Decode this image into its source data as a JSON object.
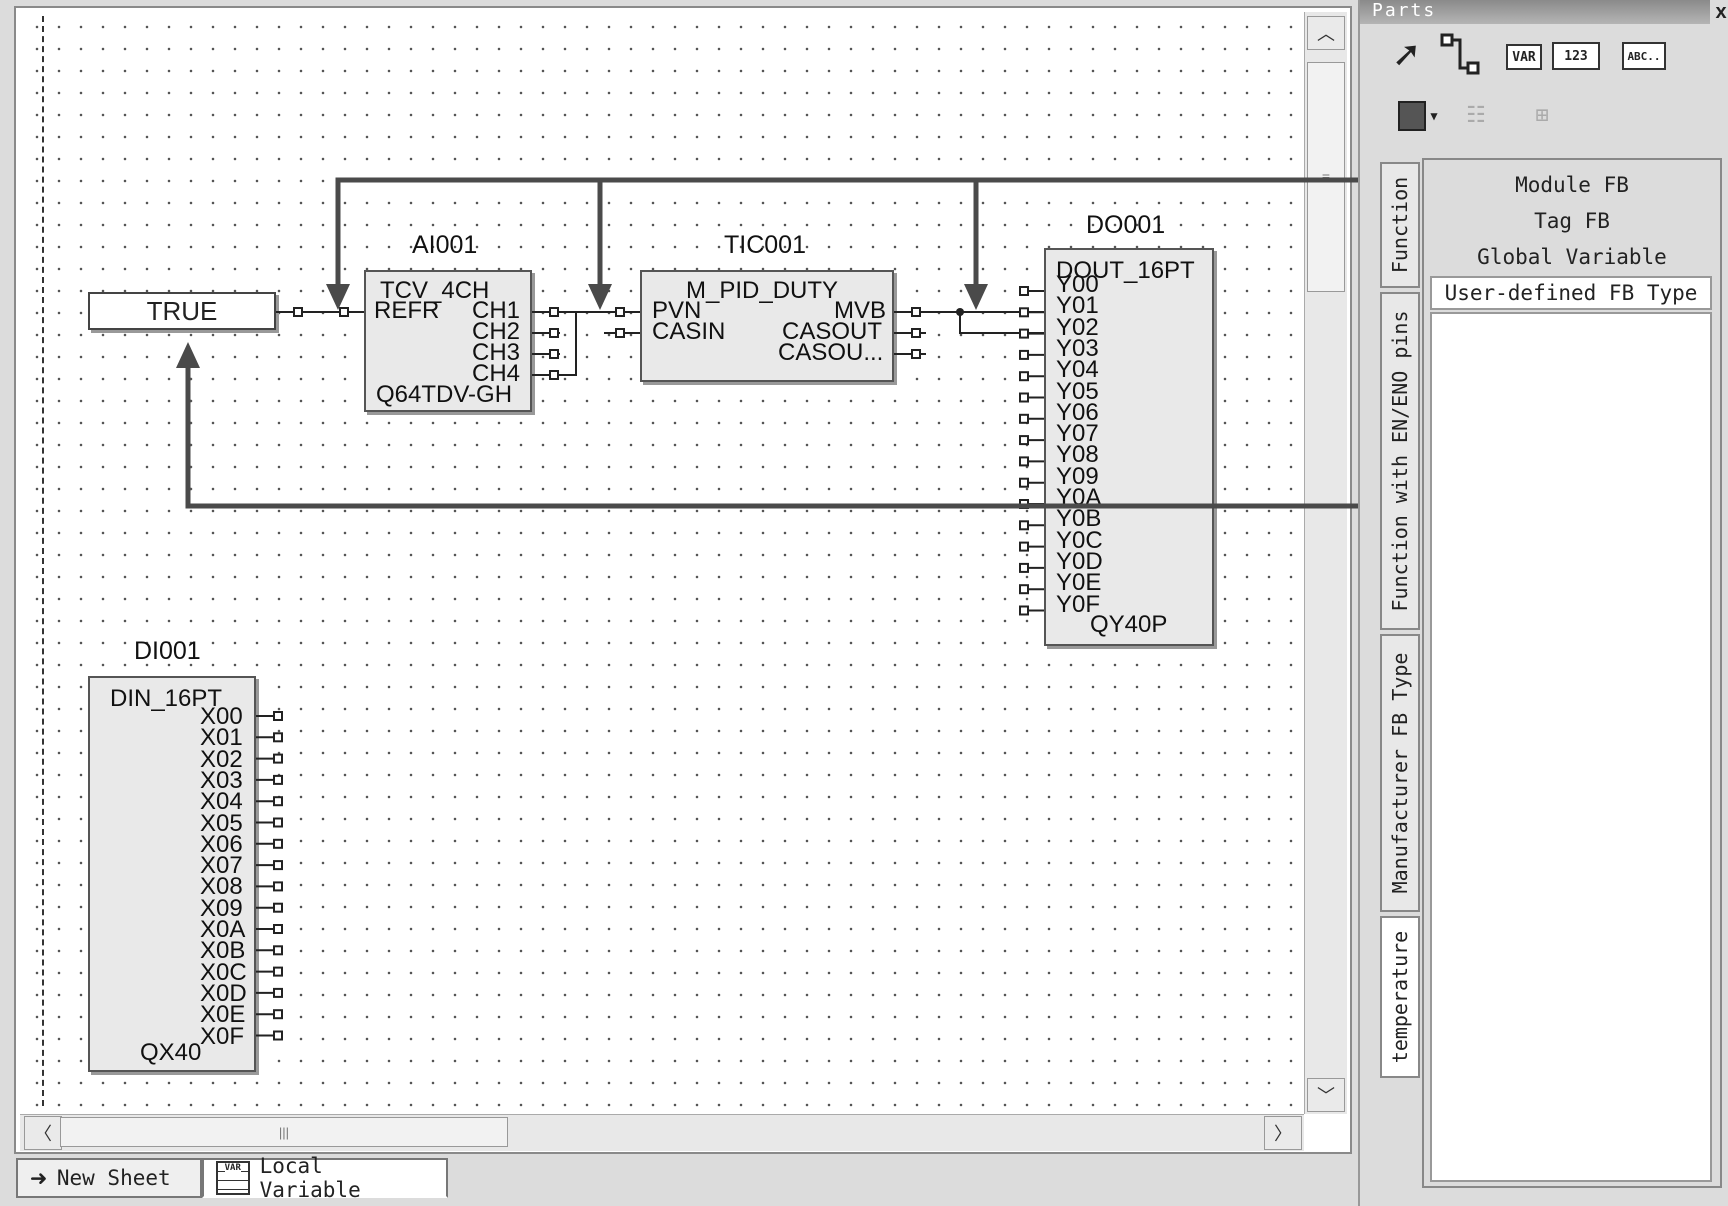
{
  "canvas": {
    "blocks": {
      "ai": {
        "instance": "AI001",
        "type": "TCV_4CH",
        "module": "Q64TDV-GH",
        "inputs": [
          "REFR"
        ],
        "outputs": [
          "CH1",
          "CH2",
          "CH3",
          "CH4"
        ]
      },
      "tic": {
        "instance": "TIC001",
        "type": "M_PID_DUTY",
        "inputs": [
          "PVN",
          "CASIN"
        ],
        "outputs": [
          "MVB",
          "CASOUT",
          "CASOU..."
        ]
      },
      "do": {
        "instance": "DO001",
        "type": "DOUT_16PT",
        "module": "QY40P",
        "inputs": [
          "Y00",
          "Y01",
          "Y02",
          "Y03",
          "Y04",
          "Y05",
          "Y06",
          "Y07",
          "Y08",
          "Y09",
          "Y0A",
          "Y0B",
          "Y0C",
          "Y0D",
          "Y0E",
          "Y0F"
        ]
      },
      "di": {
        "instance": "DI001",
        "type": "DIN_16PT",
        "module": "QX40",
        "outputs": [
          "X00",
          "X01",
          "X02",
          "X03",
          "X04",
          "X05",
          "X06",
          "X07",
          "X08",
          "X09",
          "X0A",
          "X0B",
          "X0C",
          "X0D",
          "X0E",
          "X0F"
        ]
      }
    },
    "constant": "TRUE"
  },
  "sheet_tabs": {
    "new_sheet": "New Sheet",
    "local_variable": "Local Variable",
    "var_icon_text": "VAR"
  },
  "parts": {
    "title": "Parts",
    "close": "x",
    "tools": {
      "var": "VAR",
      "num": "123",
      "abc": "ABC.."
    },
    "vertical_tabs": [
      "Function",
      "Function with EN/ENO pins",
      "Manufacturer FB Type",
      "temperature"
    ],
    "list": [
      "Module FB",
      "Tag FB",
      "Global Variable",
      "User-defined FB Type"
    ]
  },
  "colors": {
    "callout": "#4a4a4a",
    "block_fill": "#e9e9e9"
  }
}
